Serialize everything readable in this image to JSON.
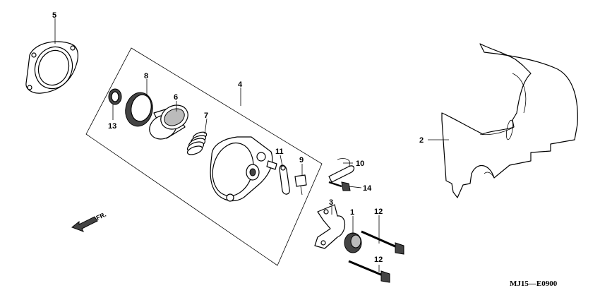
{
  "diagram_code": "MJ15—E0900",
  "direction_label": "FR.",
  "callouts": [
    {
      "id": "c1",
      "text": "1"
    },
    {
      "id": "c2",
      "text": "2"
    },
    {
      "id": "c3",
      "text": "3"
    },
    {
      "id": "c4",
      "text": "4"
    },
    {
      "id": "c5",
      "text": "5"
    },
    {
      "id": "c6",
      "text": "6"
    },
    {
      "id": "c7",
      "text": "7"
    },
    {
      "id": "c8",
      "text": "8"
    },
    {
      "id": "c9",
      "text": "9"
    },
    {
      "id": "c10",
      "text": "10"
    },
    {
      "id": "c11",
      "text": "11"
    },
    {
      "id": "c12a",
      "text": "12"
    },
    {
      "id": "c12b",
      "text": "12"
    },
    {
      "id": "c13",
      "text": "13"
    },
    {
      "id": "c14",
      "text": "14"
    }
  ]
}
